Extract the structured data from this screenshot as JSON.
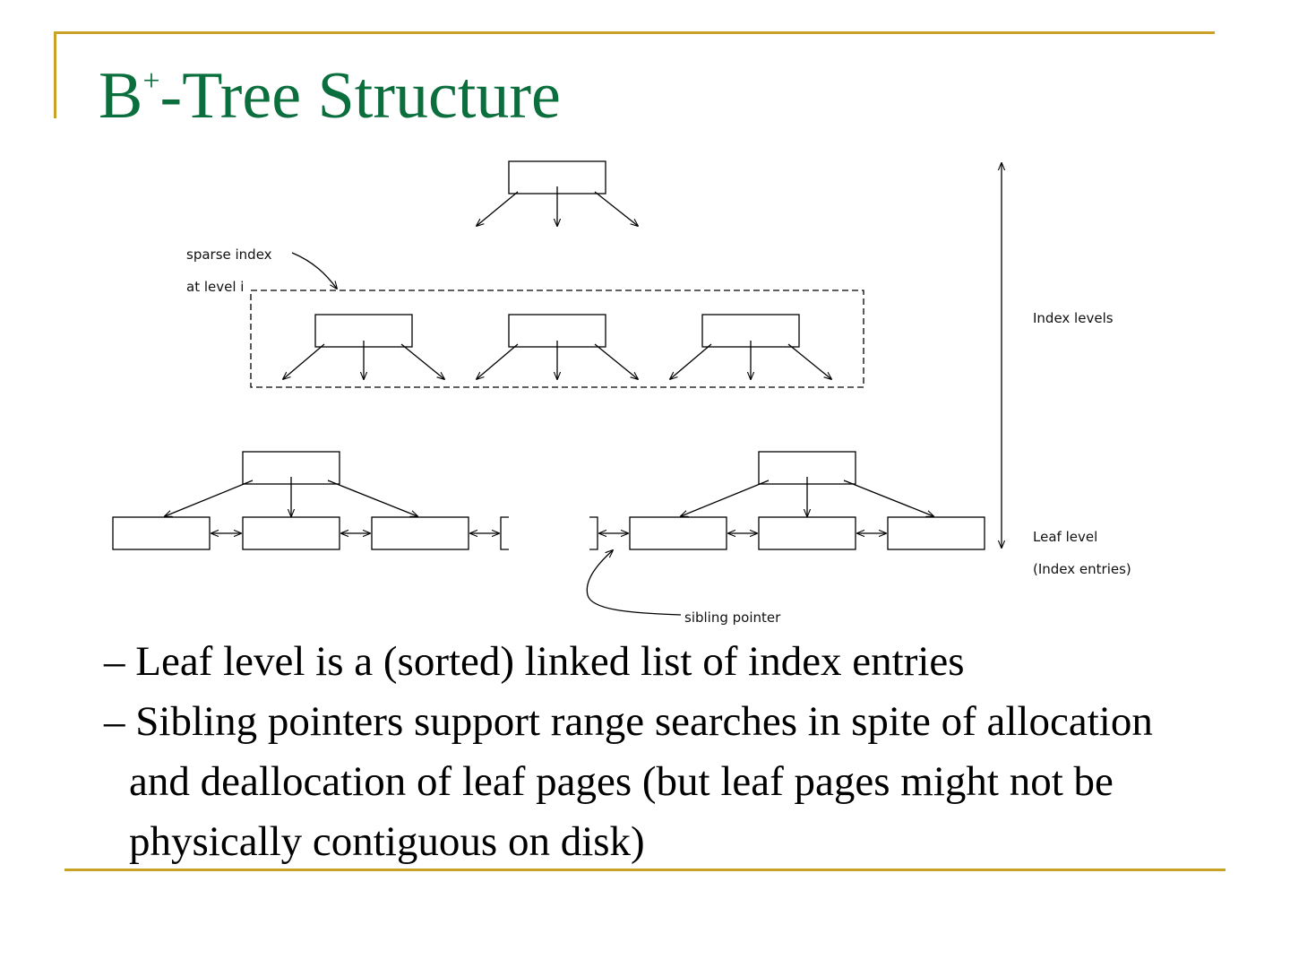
{
  "slide": {
    "title_main": "B",
    "title_sup": "+",
    "title_rest": "-Tree Structure",
    "colors": {
      "title": "#0b6e3d",
      "rules": "#c9a227",
      "body_text": "#000000"
    }
  },
  "diagram": {
    "labels": {
      "sparse_index_line1": "sparse index",
      "sparse_index_line2": "at level i",
      "index_levels": "Index levels",
      "leaf_level": "Leaf level",
      "index_entries": "(Index entries)",
      "sibling_pointer": "sibling pointer"
    },
    "icons": [
      "node-box",
      "pointer-arrow",
      "double-headed-arrow",
      "dashed-group-box",
      "curved-pointer-arrow"
    ]
  },
  "bullets": [
    "– Leaf level is a (sorted) linked list of index entries",
    "– Sibling pointers support range searches in spite of allocation and deallocation of leaf pages (but leaf pages might not be physically contiguous on disk)"
  ]
}
